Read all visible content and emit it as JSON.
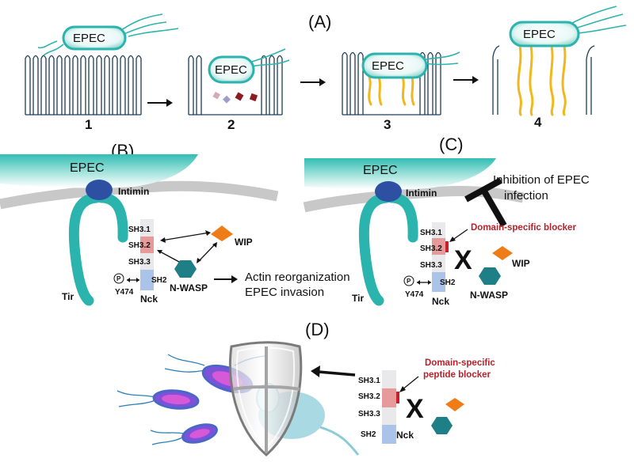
{
  "panels": {
    "a": "(A)",
    "b": "(B)",
    "c": "(C)",
    "d": "(D)"
  },
  "panel_a": {
    "bacterium": "EPEC",
    "steps": [
      "1",
      "2",
      "3",
      "4"
    ]
  },
  "panel_b": {
    "bacterium": "EPEC",
    "intimin": "Intimin",
    "tir": "Tir",
    "phospho": "P",
    "residue": "Y474",
    "nck": "Nck",
    "domains": [
      "SH3.1",
      "SH3.2",
      "SH3.3",
      "SH2"
    ],
    "wip": "WIP",
    "nwasp": "N-WASP",
    "outcome_line1": "Actin reorganization",
    "outcome_line2": "EPEC invasion"
  },
  "panel_c": {
    "bacterium": "EPEC",
    "intimin": "Intimin",
    "tir": "Tir",
    "phospho": "P",
    "residue": "Y474",
    "nck": "Nck",
    "domains": [
      "SH3.1",
      "SH3.2",
      "SH3.3",
      "SH2"
    ],
    "blocker": "Domain-specific blocker",
    "inhibition_line1": "Inhibition of EPEC",
    "inhibition_line2": "infection",
    "wip": "WIP",
    "nwasp": "N-WASP",
    "cross": "X"
  },
  "panel_d": {
    "domains": [
      "SH3.1",
      "SH3.2",
      "SH3.3",
      "SH2"
    ],
    "nck": "Nck",
    "blocker_line1": "Domain-specific",
    "blocker_line2": "peptide blocker",
    "cross": "X"
  },
  "colors": {
    "teal": "#2bb3ad",
    "teal_light": "#bde9e4",
    "intimin": "#2d50a3",
    "membrane": "#c8c8c8",
    "actin": "#f0b81c",
    "wip": "#ee7d18",
    "nwasp": "#1f7f86",
    "sh3": "#e9e9ec",
    "sh3_2": "#e79a9a",
    "sh2": "#a9c4e8",
    "blocker": "#c8202a",
    "bacteria_d": "#6a51d6"
  }
}
